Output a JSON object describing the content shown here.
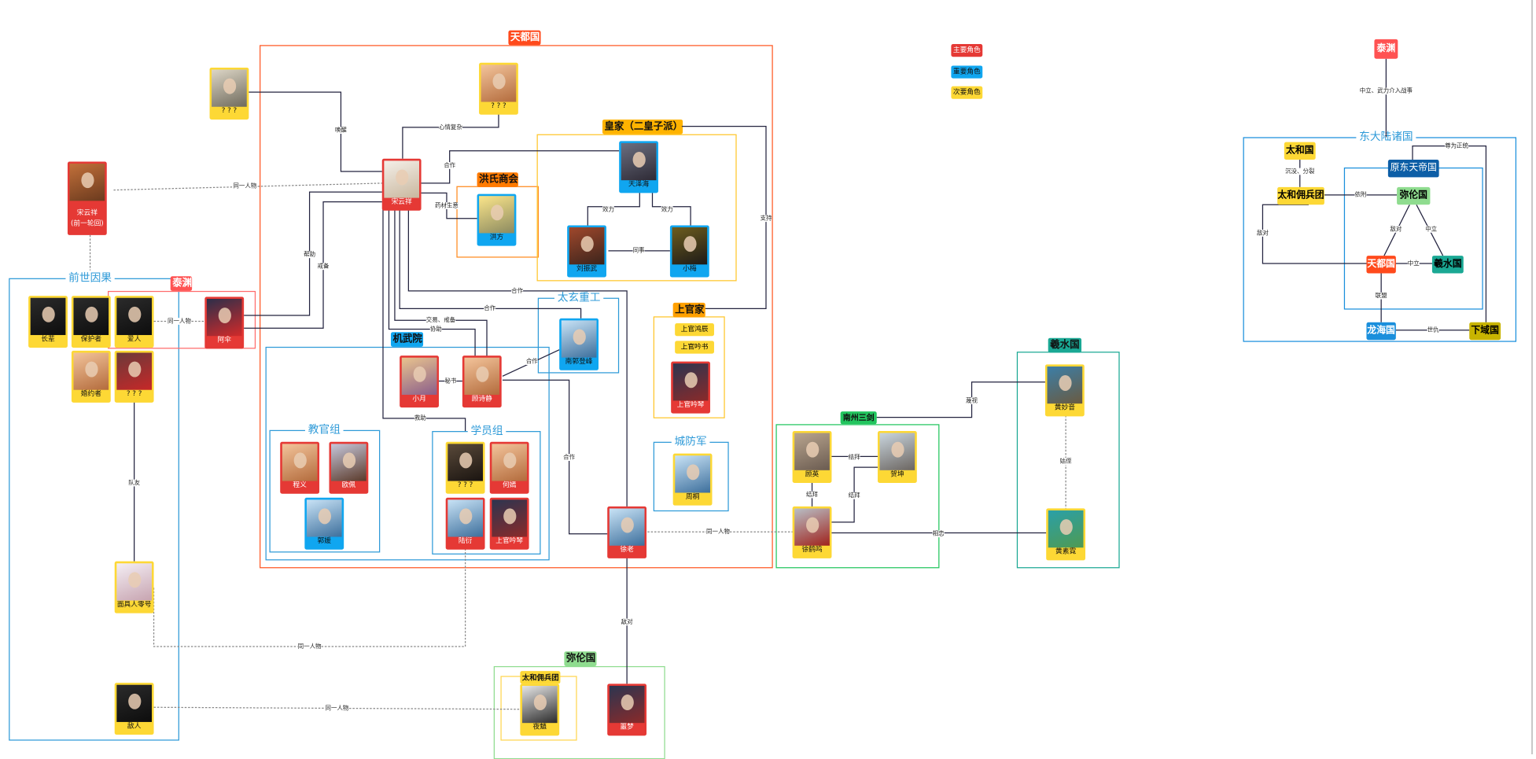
{
  "legend": [
    {
      "label": "主要角色",
      "color": "#e53935"
    },
    {
      "label": "重要角色",
      "color": "#10a6f0"
    },
    {
      "label": "次要角色",
      "color": "#fdd835"
    }
  ],
  "groups": {
    "tiandu": "天都国",
    "hongshi": "洪氏商会",
    "royal": "皇家（二皇子派）",
    "taixuan": "太玄重工",
    "jiwu": "机武院",
    "instructors": "教官组",
    "students": "学员组",
    "shangguan": "上官家",
    "citydef": "城防军",
    "pastlife": "前世因果",
    "taiyuan": "泰渊",
    "nanzhou": "南州三剑",
    "xishui": "羲水国",
    "milun": "弥伦国",
    "taihe_merc": "太和佣兵团",
    "east": "东大陆诸国"
  },
  "characters": {
    "unknown_tl": "? ? ?",
    "unknown_top": "? ? ?",
    "song": "宋云祥",
    "song_prev": "宋云祥\n(前一轮回)",
    "hongfang": "洪方",
    "tianzehai": "天泽海",
    "liuzhenwu": "刘振武",
    "xiaomei": "小梅",
    "nanguo": "南郭登峰",
    "sg_hongchen": "上官鸿辰",
    "sg_yinshu": "上官吟书",
    "sg_yinqin": "上官吟琴",
    "xiaoyue": "小月",
    "gushijing": "顾诗静",
    "chengyi": "程义",
    "oupei": "欧佩",
    "guoyuan": "郭媛",
    "student_unknown": "? ? ?",
    "heyan": "何嫣",
    "luyan": "陆衍",
    "sg_yinqin2": "上官吟琴",
    "zhoutong": "周桐",
    "xulao": "徐老",
    "guying": "顾英",
    "hekun": "贺坤",
    "xuheming": "徐鹤鸣",
    "huangmiaoyin": "黄妙音",
    "huangsuni": "黄素霓",
    "zhangbei": "长辈",
    "baohuzhe": "保护者",
    "airen": "爱人",
    "asan": "阿伞",
    "hunyuezhe": "婚约者",
    "unknown_left": "? ? ?",
    "mianjuren": "面具人零号",
    "diren": "敌人",
    "yexiao": "夜魈",
    "emeng": "噩梦"
  },
  "east_map": {
    "taiyuan": "泰渊",
    "taihe": "太和国",
    "taihe_merc": "太和佣兵团",
    "old_empire": "原东天帝国",
    "milun": "弥伦国",
    "tiandu": "天都国",
    "xishui": "羲水国",
    "longhai": "龙海国",
    "xiayu": "下域国"
  },
  "edges": [
    {
      "label": "唤醒"
    },
    {
      "label": "心情复杂"
    },
    {
      "label": "合作"
    },
    {
      "label": "药材生意"
    },
    {
      "label": "同一人物"
    },
    {
      "label": "帮助"
    },
    {
      "label": "戒备"
    },
    {
      "label": "合作"
    },
    {
      "label": "合作"
    },
    {
      "label": "交易、戒备"
    },
    {
      "label": "协助"
    },
    {
      "label": "救助"
    },
    {
      "label": "效力"
    },
    {
      "label": "效力"
    },
    {
      "label": "同事"
    },
    {
      "label": "支持"
    },
    {
      "label": "秘书"
    },
    {
      "label": "合作"
    },
    {
      "label": "合作"
    },
    {
      "label": "同一人物"
    },
    {
      "label": "队友"
    },
    {
      "label": "同一人物"
    },
    {
      "label": "同一人物"
    },
    {
      "label": "同一人物"
    },
    {
      "label": "敌对"
    },
    {
      "label": "结拜"
    },
    {
      "label": "结拜"
    },
    {
      "label": "结拜"
    },
    {
      "label": "相恋"
    },
    {
      "label": "蔑视"
    },
    {
      "label": "姑侄"
    },
    {
      "label": "中立、武力介入战事"
    },
    {
      "label": "沉没、分裂"
    },
    {
      "label": "依附"
    },
    {
      "label": "敌对"
    },
    {
      "label": "敌对"
    },
    {
      "label": "中立"
    },
    {
      "label": "中立"
    },
    {
      "label": "联盟"
    },
    {
      "label": "世仇"
    },
    {
      "label": "尊为正统"
    }
  ]
}
